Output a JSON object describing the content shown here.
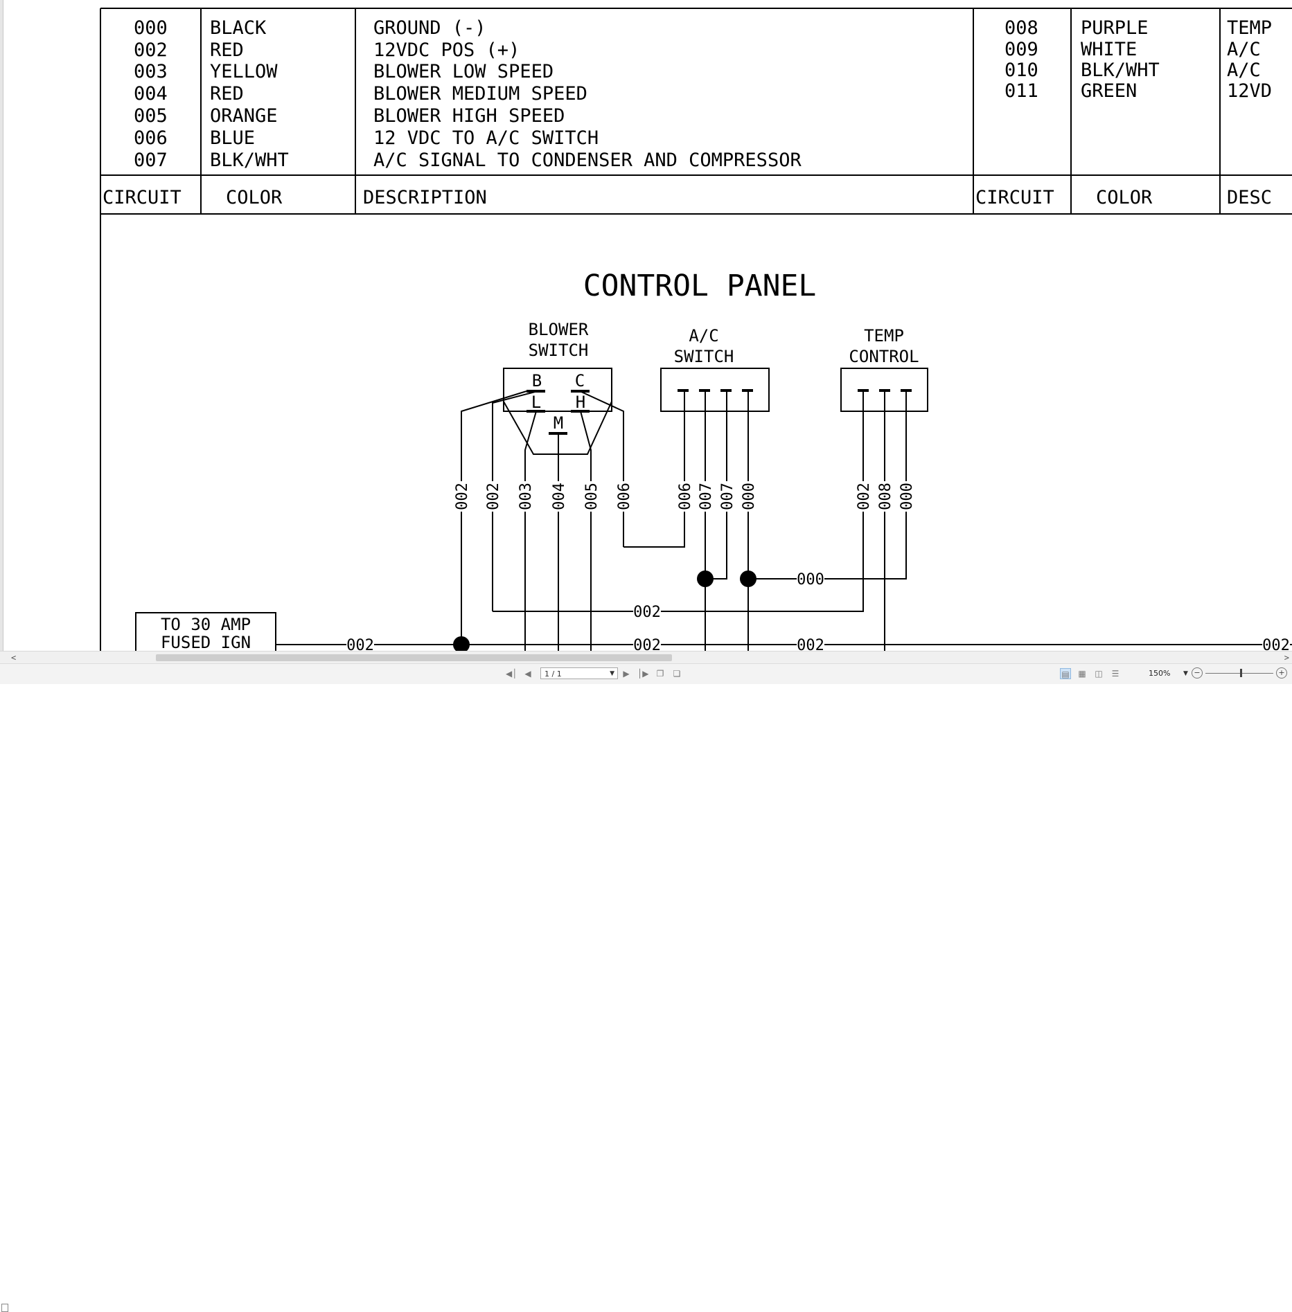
{
  "legend": {
    "headers": [
      "CIRCUIT",
      "COLOR",
      "DESCRIPTION"
    ],
    "left_rows": [
      {
        "circuit": "000",
        "color": "BLACK",
        "description": "GROUND (-)"
      },
      {
        "circuit": "002",
        "color": "RED",
        "description": "12VDC POS (+)"
      },
      {
        "circuit": "003",
        "color": "YELLOW",
        "description": "BLOWER LOW SPEED"
      },
      {
        "circuit": "004",
        "color": "RED",
        "description": "BLOWER MEDIUM SPEED"
      },
      {
        "circuit": "005",
        "color": "ORANGE",
        "description": "BLOWER HIGH SPEED"
      },
      {
        "circuit": "006",
        "color": "BLUE",
        "description": "12 VDC TO A/C SWITCH"
      },
      {
        "circuit": "007",
        "color": "BLK/WHT",
        "description": "A/C SIGNAL TO CONDENSER AND COMPRESSOR"
      }
    ],
    "right_rows": [
      {
        "circuit": "008",
        "color": "PURPLE",
        "description": "TEMP"
      },
      {
        "circuit": "009",
        "color": "WHITE",
        "description": "A/C"
      },
      {
        "circuit": "010",
        "color": "BLK/WHT",
        "description": "A/C"
      },
      {
        "circuit": "011",
        "color": "GREEN",
        "description": "12VD"
      }
    ],
    "right_headers": [
      "CIRCUIT",
      "COLOR",
      "DESC"
    ]
  },
  "diagram": {
    "title": "CONTROL PANEL",
    "blower_switch": {
      "label_line1": "BLOWER",
      "label_line2": "SWITCH",
      "terminals": [
        "B",
        "C",
        "L",
        "H",
        "M"
      ]
    },
    "ac_switch": {
      "label_line1": "A/C",
      "label_line2": "SWITCH"
    },
    "temp_control": {
      "label_line1": "TEMP",
      "label_line2": "CONTROL"
    },
    "wire_labels": [
      "002",
      "002",
      "003",
      "004",
      "005",
      "006",
      "006",
      "007",
      "007",
      "000",
      "002",
      "008",
      "000"
    ],
    "bus_labels": {
      "ground": "000",
      "power": "002",
      "bottom_a": "002",
      "bottom_b": "002",
      "bottom_c": "002",
      "bottom_d": "002"
    },
    "fuse_box": {
      "line1": "TO 30 AMP",
      "line2": "FUSED IGN"
    }
  },
  "viewer": {
    "page_indicator": "1 / 1",
    "zoom": "150%",
    "scroll_left": "<",
    "scroll_right": ">"
  }
}
